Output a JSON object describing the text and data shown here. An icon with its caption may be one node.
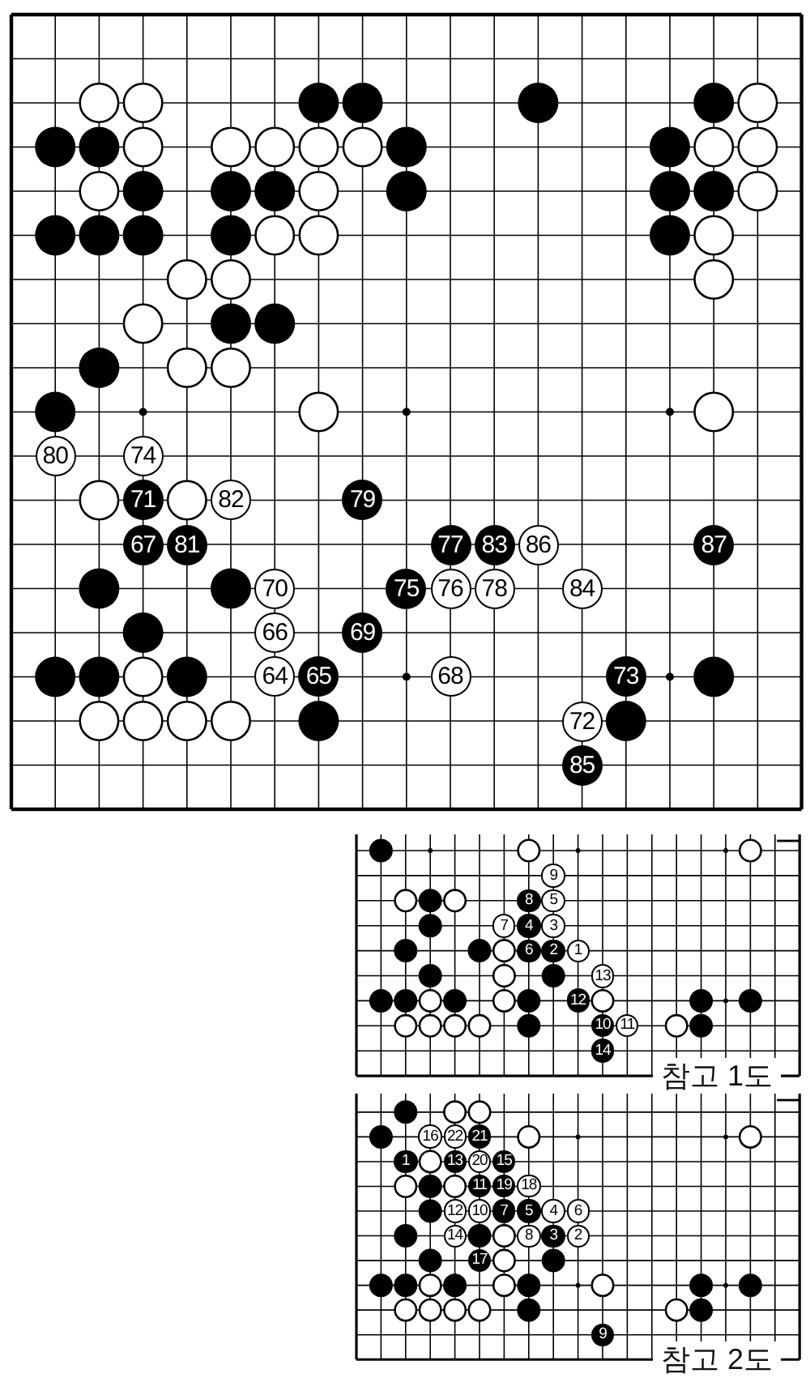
{
  "diagram": {
    "nodes": [
      {
        "text": [],
        "shape": "picture"
      },
      {
        "text": [
          "80"
        ],
        "in": 0
      },
      {
        "text": [
          "74"
        ],
        "in": 0
      },
      {
        "text": [
          "71"
        ],
        "in": 0
      },
      {
        "text": [
          "82"
        ],
        "in": 0
      },
      {
        "text": [
          "79"
        ],
        "in": 0
      },
      {
        "text": [
          "67"
        ],
        "in": 0
      },
      {
        "text": [
          "81"
        ],
        "in": 0
      },
      {
        "text": [
          "77"
        ],
        "in": 0
      },
      {
        "text": [
          "83"
        ],
        "in": 0
      },
      {
        "text": [
          "86"
        ],
        "in": 0
      },
      {
        "text": [
          "87"
        ],
        "in": 0
      },
      {
        "text": [
          "70"
        ],
        "in": 0
      },
      {
        "text": [
          "75"
        ],
        "in": 0
      },
      {
        "text": [
          "76"
        ],
        "in": 0
      },
      {
        "text": [
          "78"
        ],
        "in": 0
      },
      {
        "text": [
          "84"
        ],
        "in": 0
      },
      {
        "text": [
          "66"
        ],
        "in": 0
      },
      {
        "text": [
          "69"
        ],
        "in": 0
      },
      {
        "text": [
          "64"
        ],
        "in": 0
      },
      {
        "text": [
          "65"
        ],
        "in": 0
      },
      {
        "text": [
          "68"
        ],
        "in": 0
      },
      {
        "text": [
          "73"
        ],
        "in": 0
      },
      {
        "text": [
          "72"
        ],
        "in": 0
      },
      {
        "text": [
          "85"
        ],
        "in": 0
      },
      {
        "text": [
          "참고 1도"
        ]
      },
      {
        "text": [
          "9"
        ],
        "in": 25
      },
      {
        "text": [
          "8"
        ],
        "in": 25
      },
      {
        "text": [
          "5"
        ],
        "in": 25
      },
      {
        "text": [
          "7"
        ],
        "in": 25
      },
      {
        "text": [
          "4"
        ],
        "in": 25
      },
      {
        "text": [
          "3"
        ],
        "in": 25
      },
      {
        "text": [
          "6"
        ],
        "in": 25
      },
      {
        "text": [
          "2"
        ],
        "in": 25
      },
      {
        "text": [
          "1"
        ],
        "in": 25
      },
      {
        "text": [
          "13"
        ],
        "in": 25
      },
      {
        "text": [
          "12"
        ],
        "in": 25
      },
      {
        "text": [
          "10"
        ],
        "in": 25
      },
      {
        "text": [
          "11"
        ],
        "in": 25
      },
      {
        "text": [
          "14"
        ],
        "in": 25
      },
      {
        "text": [
          "참고 2도"
        ]
      },
      {
        "text": [
          "16"
        ],
        "in": 40
      },
      {
        "text": [
          "22"
        ],
        "in": 40
      },
      {
        "text": [
          "21"
        ],
        "in": 40
      },
      {
        "text": [
          "1"
        ],
        "in": 40
      },
      {
        "text": [
          "13"
        ],
        "in": 40
      },
      {
        "text": [
          "20"
        ],
        "in": 40
      },
      {
        "text": [
          "15"
        ],
        "in": 40
      },
      {
        "text": [
          "11"
        ],
        "in": 40
      },
      {
        "text": [
          "19"
        ],
        "in": 40
      },
      {
        "text": [
          "18"
        ],
        "in": 40
      },
      {
        "text": [
          "12"
        ],
        "in": 40
      },
      {
        "text": [
          "10"
        ],
        "in": 40
      },
      {
        "text": [
          "7"
        ],
        "in": 40
      },
      {
        "text": [
          "5"
        ],
        "in": 40
      },
      {
        "text": [
          "4"
        ],
        "in": 40
      },
      {
        "text": [
          "6"
        ],
        "in": 40
      },
      {
        "text": [
          "14"
        ],
        "in": 40
      },
      {
        "text": [
          "8"
        ],
        "in": 40
      },
      {
        "text": [
          "3"
        ],
        "in": 40
      },
      {
        "text": [
          "2"
        ],
        "in": 40
      },
      {
        "text": [
          "17"
        ],
        "in": 40
      },
      {
        "text": [
          "9"
        ],
        "in": 40
      }
    ]
  }
}
